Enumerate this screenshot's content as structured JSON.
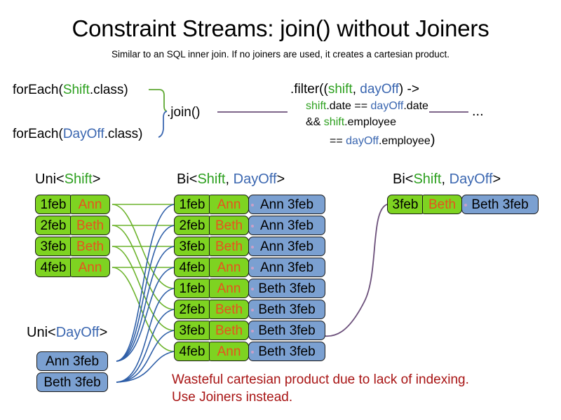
{
  "header": {
    "title": "Constraint Streams: join() without Joiners",
    "subtitle": "Similar to an SQL inner join. If no joiners are used, it creates a cartesian product."
  },
  "code": {
    "foreach_shift": {
      "prefix": "forEach(",
      "class_name": "Shift",
      "suffix": ".class)"
    },
    "foreach_dayoff": {
      "prefix": "forEach(",
      "class_name": "DayOff",
      "suffix": ".class)"
    },
    "join_call": ".join()",
    "filter": {
      "line1_prefix": ".filter((",
      "line1_var_shift": "shift",
      "line1_comma": ", ",
      "line1_var_dayoff": "dayOff",
      "line1_suffix": ") ->",
      "line2_a": "shift",
      "line2_b": ".date == ",
      "line2_c": "dayOff",
      "line2_d": ".date",
      "line3_a": "&& ",
      "line3_b": "shift",
      "line3_c": ".employee",
      "line4_a": "== ",
      "line4_b": "dayOff",
      "line4_c": ".employee",
      "line4_paren": ")"
    },
    "ellipsis": "..."
  },
  "streams": {
    "uni_shift_label": {
      "prefix": "Uni<",
      "generic": "Shift",
      "suffix": ">"
    },
    "uni_dayoff_label": {
      "prefix": "Uni<",
      "generic": "DayOff",
      "suffix": ">"
    },
    "bi_middle_label": {
      "prefix": "Bi<",
      "generic_a": "Shift",
      "comma": ", ",
      "generic_b": "DayOff",
      "suffix": ">"
    },
    "bi_right_label": {
      "prefix": "Bi<",
      "generic_a": "Shift",
      "comma": ", ",
      "generic_b": "DayOff",
      "suffix": ">"
    }
  },
  "uni_shift_rows": [
    {
      "date": "1feb",
      "name": "Ann"
    },
    {
      "date": "2feb",
      "name": "Beth"
    },
    {
      "date": "3feb",
      "name": "Beth"
    },
    {
      "date": "4feb",
      "name": "Ann"
    }
  ],
  "uni_dayoff_rows": [
    {
      "dayoff": "Ann 3feb"
    },
    {
      "dayoff": "Beth 3feb"
    }
  ],
  "bi_cartesian_rows": [
    {
      "date": "1feb",
      "name": "Ann",
      "dayoff": "Ann 3feb"
    },
    {
      "date": "2feb",
      "name": "Beth",
      "dayoff": "Ann 3feb"
    },
    {
      "date": "3feb",
      "name": "Beth",
      "dayoff": "Ann 3feb"
    },
    {
      "date": "4feb",
      "name": "Ann",
      "dayoff": "Ann 3feb"
    },
    {
      "date": "1feb",
      "name": "Ann",
      "dayoff": "Beth 3feb"
    },
    {
      "date": "2feb",
      "name": "Beth",
      "dayoff": "Beth 3feb"
    },
    {
      "date": "3feb",
      "name": "Beth",
      "dayoff": "Beth 3feb"
    },
    {
      "date": "4feb",
      "name": "Ann",
      "dayoff": "Beth 3feb"
    }
  ],
  "bi_result_rows": [
    {
      "date": "3feb",
      "name": "Beth",
      "dayoff": "Beth 3feb"
    }
  ],
  "warning": {
    "line1": "Wasteful cartesian product due to lack of indexing.",
    "line2": "Use Joiners instead."
  },
  "colors": {
    "shift_green": "#7ED321",
    "dayoff_blue": "#7BA0D1",
    "name_orange": "#E8521E",
    "class_shift_green": "#2DA01F",
    "class_dayoff_blue": "#3A66B0",
    "warning_red": "#A81414",
    "connector_purple": "#6B4F7A",
    "border_black": "#1a1a1a"
  }
}
